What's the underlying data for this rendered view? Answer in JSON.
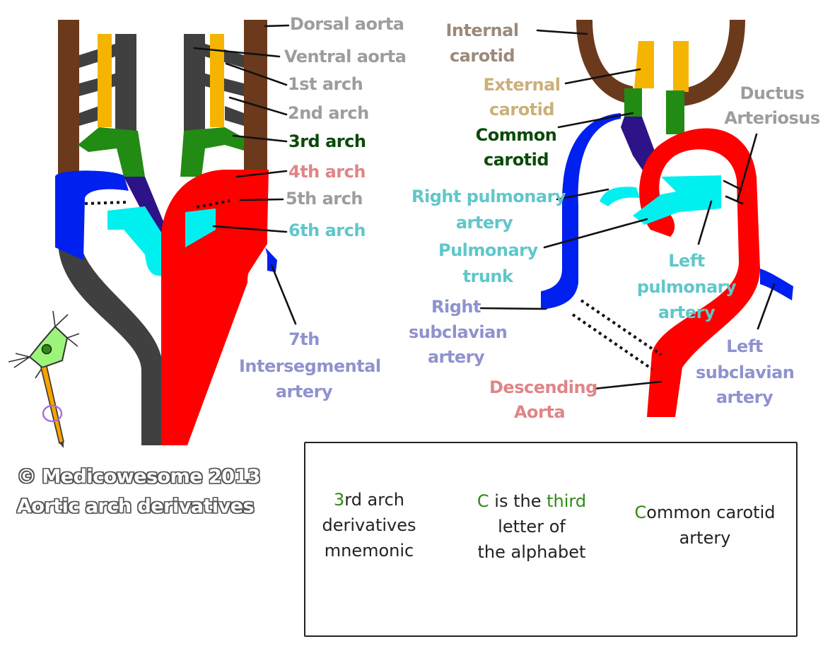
{
  "colors": {
    "dorsal": "#6b3a1c",
    "ventral": "#404040",
    "yellow": "#f5b400",
    "green": "#228b14",
    "red": "#ff0000",
    "blue": "#0020f0",
    "cyan": "#00f0f0",
    "indigo": "#2d1387"
  },
  "left_labels": {
    "dorsal_aorta": "Dorsal aorta",
    "ventral_aorta": "Ventral aorta",
    "arch1": "1st arch",
    "arch2": "2nd arch",
    "arch3": "3rd arch",
    "arch4": "4th arch",
    "arch5": "5th arch",
    "arch6": "6th arch",
    "seg7_line1": "7th",
    "seg7_line2": "Intersegmental",
    "seg7_line3": "artery"
  },
  "right_labels": {
    "internal_carotid_1": "Internal",
    "internal_carotid_2": "carotid",
    "external_carotid_1": "External",
    "external_carotid_2": "carotid",
    "common_carotid_1": "Common",
    "common_carotid_2": "carotid",
    "ductus_1": "Ductus",
    "ductus_2": "Arteriosus",
    "right_pulm_1": "Right pulmonary",
    "right_pulm_2": "artery",
    "pulm_trunk_1": "Pulmonary",
    "pulm_trunk_2": "trunk",
    "left_pulm_1": "Left",
    "left_pulm_2": "pulmonary",
    "left_pulm_3": "artery",
    "right_subclavian_1": "Right",
    "right_subclavian_2": "subclavian",
    "right_subclavian_3": "artery",
    "left_subclavian_1": "Left",
    "left_subclavian_2": "subclavian",
    "left_subclavian_3": "artery",
    "desc_aorta_1": "Descending",
    "desc_aorta_2": "Aorta"
  },
  "footer": {
    "copyright": "© Medicowesome 2013",
    "caption": "Aortic arch derivatives"
  },
  "mnemonic": {
    "col1_num": "3",
    "col1_rest1": "rd arch",
    "col1_line2": "derivatives",
    "col1_line3": "mnemonic",
    "col2_c": "C",
    "col2_mid": " is the ",
    "col2_third": "third",
    "col2_line2": "letter of",
    "col2_line3": "the alphabet",
    "col3_c": "C",
    "col3_rest": "ommon carotid",
    "col3_line2": "artery"
  }
}
